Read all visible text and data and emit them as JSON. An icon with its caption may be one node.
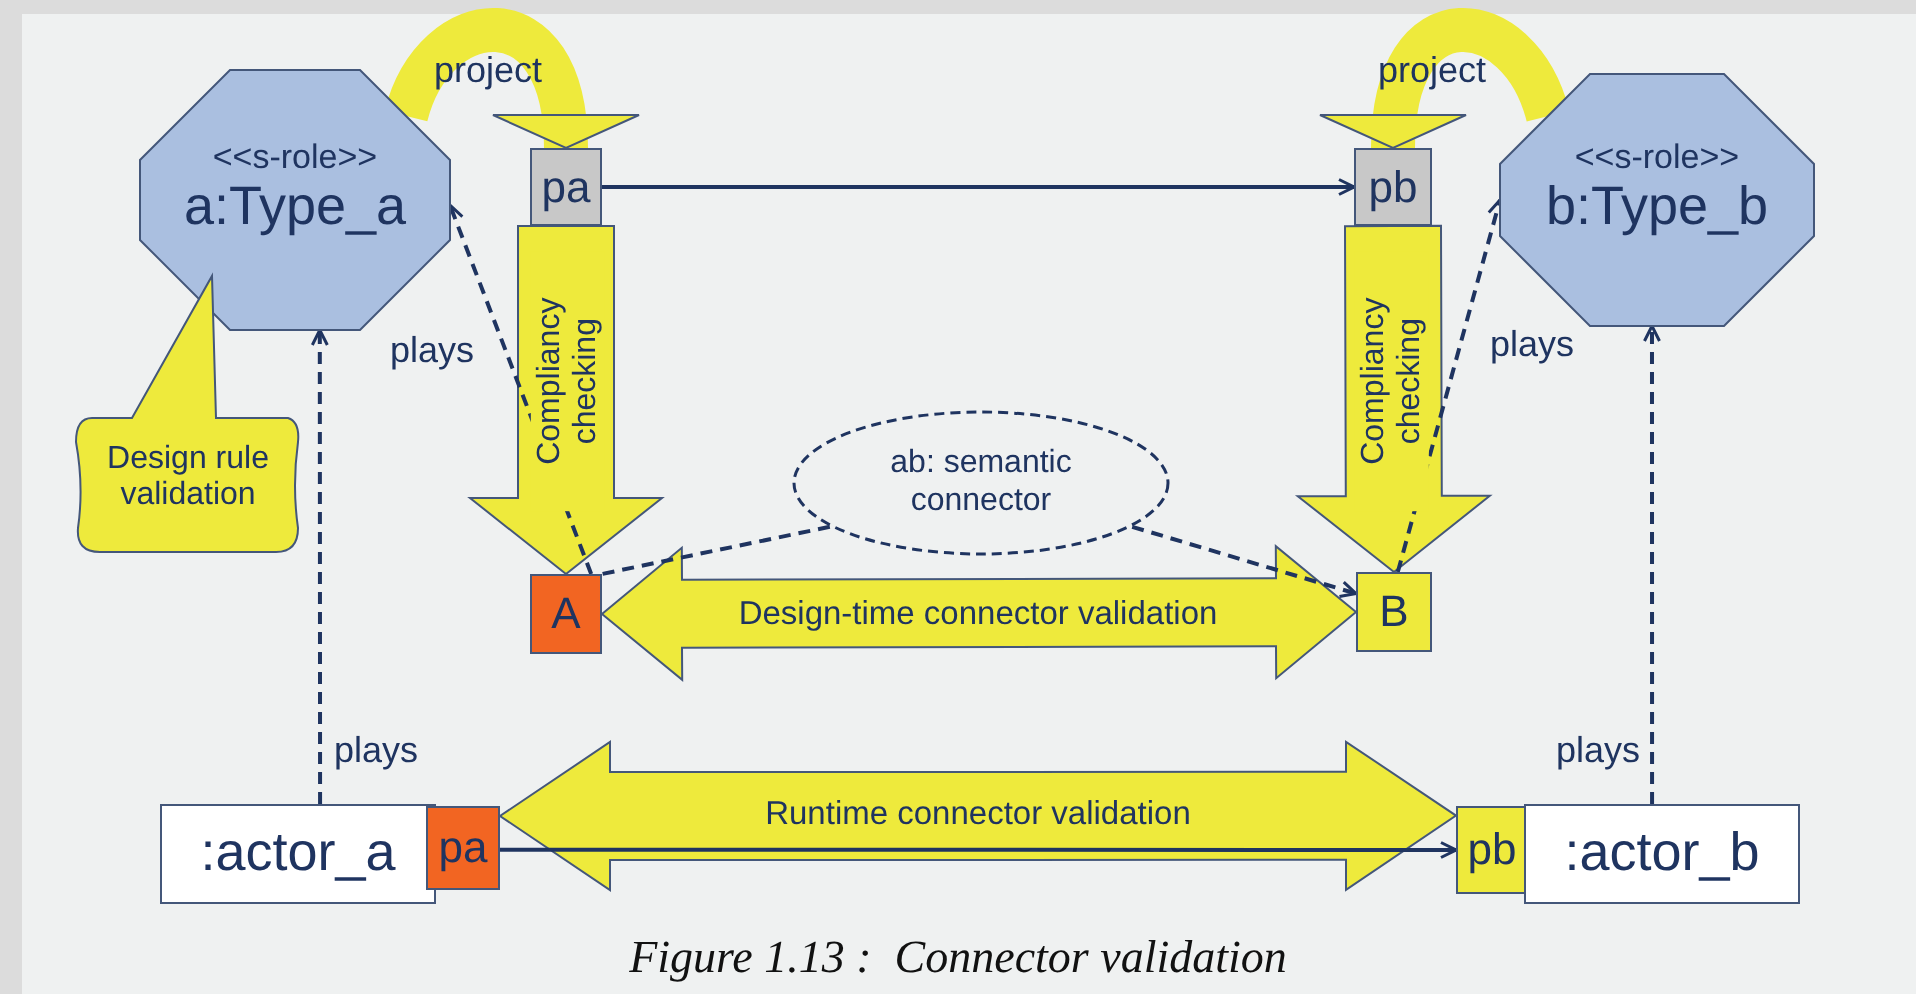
{
  "diagram": {
    "caption": "Figure 1.13 :  Connector validation",
    "nodes": [
      {
        "text": [
          "<<s-role>>",
          "a:Type_a"
        ]
      },
      {
        "text": [
          "pa"
        ]
      },
      {
        "text": [
          "pb"
        ]
      },
      {
        "text": [
          "<<s-role>>",
          "b:Type_b"
        ]
      },
      {
        "text": [
          "Design rule validation"
        ]
      },
      {
        "text": [
          "ab: semantic connector"
        ]
      },
      {
        "text": [
          "A"
        ]
      },
      {
        "text": [
          "B"
        ]
      },
      {
        "text": [
          ":actor_a"
        ]
      },
      {
        "text": [
          "pa"
        ]
      },
      {
        "text": [
          "pb"
        ]
      },
      {
        "text": [
          ":actor_b"
        ]
      }
    ],
    "edges": [
      {
        "from": 0,
        "to": 1,
        "arrow": "to",
        "label": "project",
        "style": "thick",
        "color": "#eeea3c"
      },
      {
        "from": 3,
        "to": 2,
        "arrow": "to",
        "label": "project",
        "style": "thick",
        "color": "#eeea3c"
      },
      {
        "from": 1,
        "to": 2,
        "arrow": "to"
      },
      {
        "from": 1,
        "to": 6,
        "arrow": "to",
        "label": "Compliancy checking",
        "style": "thick",
        "color": "#eeea3c"
      },
      {
        "from": 2,
        "to": 7,
        "arrow": "to",
        "label": "Compliancy checking",
        "style": "thick",
        "color": "#eeea3c"
      },
      {
        "from": 6,
        "to": 7,
        "arrow": "both",
        "label": "Design-time connector validation",
        "style": "thick",
        "color": "#eeea3c"
      },
      {
        "from": 9,
        "to": 10,
        "arrow": "to"
      },
      {
        "from": 9,
        "to": 10,
        "arrow": "both",
        "label": "Runtime connector validation",
        "style": "thick",
        "color": "#eeea3c"
      },
      {
        "from": 6,
        "to": 0,
        "arrow": "to",
        "label": "plays",
        "style": "dashed"
      },
      {
        "from": 7,
        "to": 3,
        "arrow": "to",
        "label": "plays",
        "style": "dashed"
      },
      {
        "from": 8,
        "to": 0,
        "arrow": "to",
        "label": "plays",
        "style": "dashed"
      },
      {
        "from": 11,
        "to": 3,
        "arrow": "to",
        "label": "plays",
        "style": "dashed"
      },
      {
        "from": 5,
        "to": 6,
        "arrow": "none",
        "style": "dashed"
      },
      {
        "from": 5,
        "to": 7,
        "arrow": "to",
        "style": "dashed"
      }
    ]
  }
}
